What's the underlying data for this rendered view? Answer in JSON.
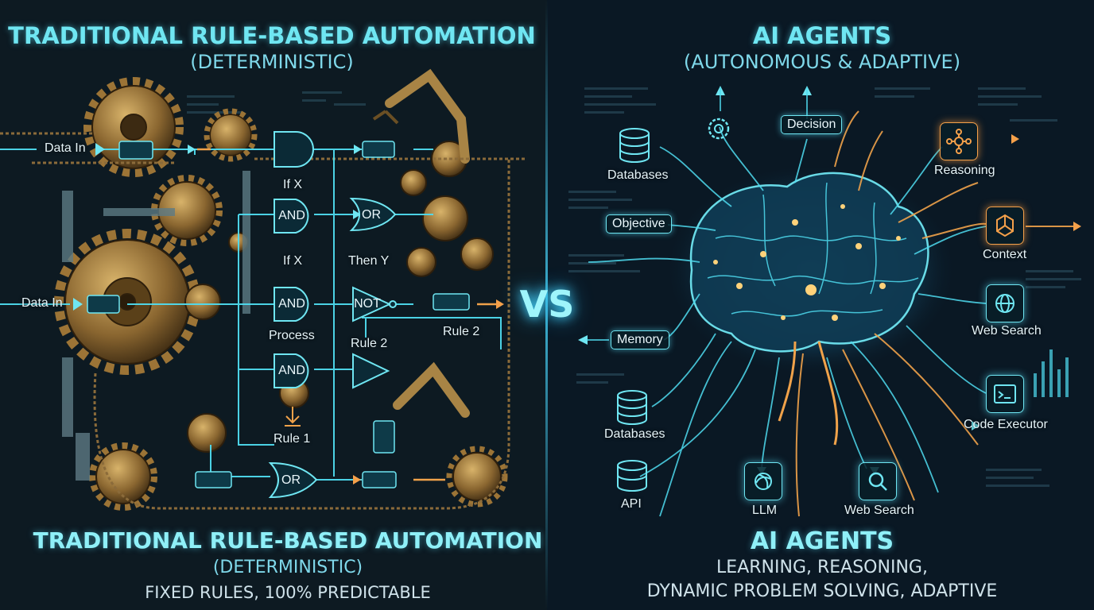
{
  "left": {
    "heading": {
      "title": "TRADITIONAL RULE-BASED AUTOMATION",
      "subtitle": "(DETERMINISTIC)"
    },
    "labels": {
      "data_in_1": "Data In",
      "data_in_2": "Data In",
      "if_x_1": "If X",
      "if_x_2": "If X",
      "then_y": "Then Y",
      "process": "Process",
      "rule_2_a": "Rule 2",
      "rule_2_b": "Rule 2",
      "rule_1": "Rule 1"
    },
    "gates": {
      "and_1": "AND",
      "and_2": "AND",
      "and_3": "AND",
      "or_1": "OR",
      "not_1": "NOT",
      "or_2": "OR"
    },
    "footer": {
      "title": "TRADITIONAL RULE-BASED AUTOMATION",
      "subtitle": "(DETERMINISTIC)",
      "tagline": "FIXED RULES, 100% PREDICTABLE"
    }
  },
  "divider": {
    "vs": "VS"
  },
  "right": {
    "heading": {
      "title": "AI AGENTS",
      "subtitle": "(AUTONOMOUS & ADAPTIVE)"
    },
    "nodes": {
      "decision": "Decision",
      "databases_top": "Databases",
      "reasoning": "Reasoning",
      "objective": "Objective",
      "context": "Context",
      "web_search_right": "Web Search",
      "memory": "Memory",
      "databases_bottom": "Databases",
      "code_executor": "Code Executor",
      "api": "API",
      "llm": "LLM",
      "web_search_bottom": "Web Search"
    },
    "footer": {
      "title": "AI AGENTS",
      "line1": "LEARNING, REASONING,",
      "line2": "DYNAMIC PROBLEM SOLVING, ADAPTIVE"
    }
  },
  "colors": {
    "background": "#0a1620",
    "cyan_accent": "#6fe6f2",
    "orange_accent": "#f4a04a",
    "brass": "#b08a4a"
  }
}
